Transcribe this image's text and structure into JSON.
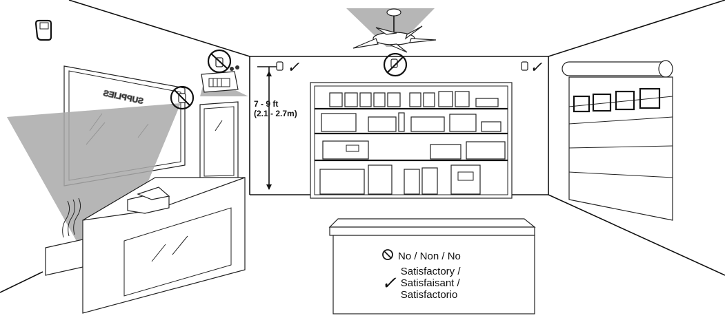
{
  "height_label": {
    "line1": "7 - 9 ft",
    "line2": "(2.1 - 2.7m)"
  },
  "sign_text": "SUPPLIES",
  "legend": {
    "no_symbol": "⃠",
    "no_text": "No / Non / No",
    "ok_symbol": "✓",
    "ok_lines": [
      "Satisfactory /",
      "Satisfaisant /",
      "Satisfactorio"
    ]
  },
  "check_marks": {
    "sensor_left": "✓",
    "sensor_right": "✓"
  },
  "colors": {
    "coverage": "#a9a9a9",
    "line": "#111111",
    "background": "#ffffff"
  }
}
